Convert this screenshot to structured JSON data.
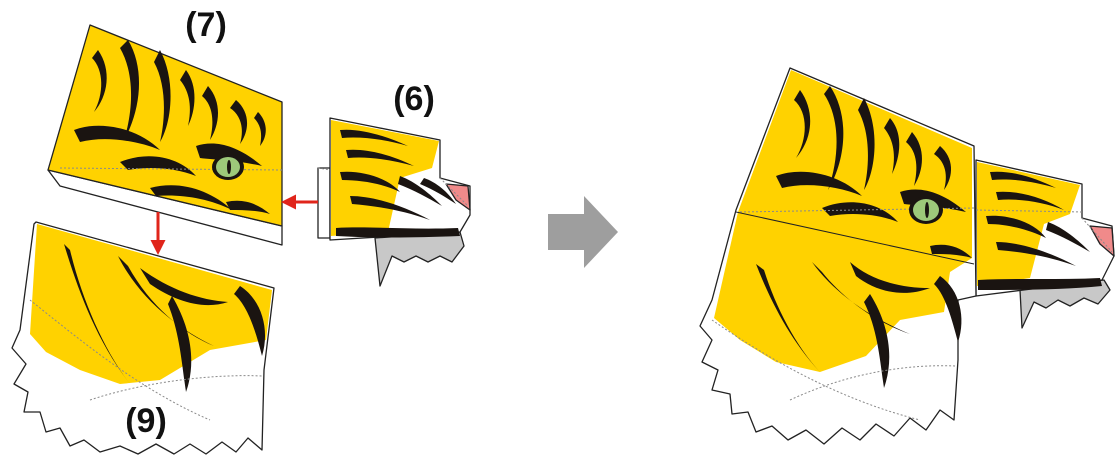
{
  "labels": {
    "part_upper_head": "(7)",
    "part_muzzle": "(6)",
    "part_jaw": "(9)"
  },
  "colors": {
    "fur": "#ffd200",
    "stripes": "#1a1411",
    "eye": "#9dc97a",
    "nose": "#f08a8a",
    "teeth": "#c8c8c8",
    "arrow": "#e0251b",
    "transition_arrow": "#9e9e9e"
  },
  "icons": {
    "assembly_arrow": "arrow-right-icon",
    "attach_arrow_6_to_7": "arrow-left-icon",
    "attach_arrow_7_to_9": "arrow-down-icon"
  }
}
